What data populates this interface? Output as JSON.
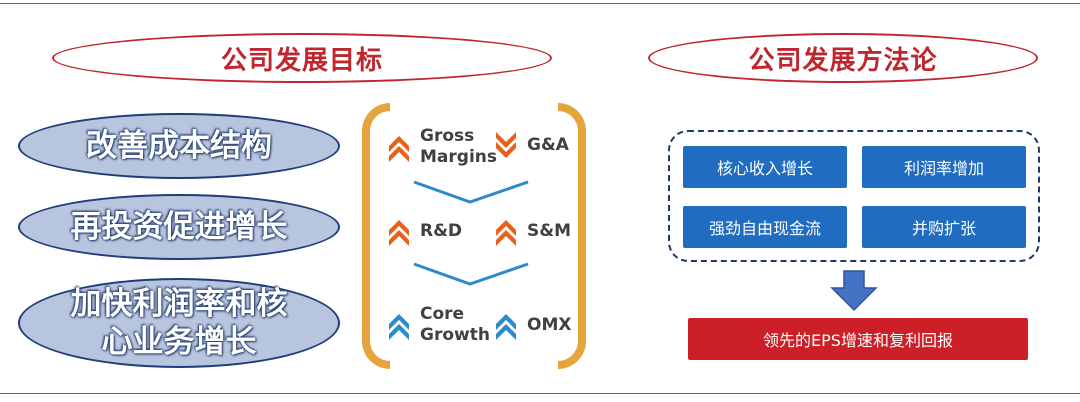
{
  "header": {
    "left_title": "公司发展目标",
    "right_title": "公司发展方法论"
  },
  "goals": [
    {
      "lines": [
        "改善成本结构"
      ]
    },
    {
      "lines": [
        "再投资促进增长"
      ]
    },
    {
      "lines": [
        "加快利润率和核",
        "心业务增长"
      ]
    }
  ],
  "metrics": [
    {
      "label": [
        "Gross",
        "Margins"
      ],
      "direction": "up",
      "color": "#e8611a"
    },
    {
      "label": [
        "G&A"
      ],
      "direction": "down",
      "color": "#e8611a"
    },
    {
      "label": [
        "R&D"
      ],
      "direction": "up",
      "color": "#e8611a"
    },
    {
      "label": [
        "S&M"
      ],
      "direction": "up",
      "color": "#e8611a"
    },
    {
      "label": [
        "Core",
        "Growth"
      ],
      "direction": "up",
      "color": "#2e8bc9"
    },
    {
      "label": [
        "OMX"
      ],
      "direction": "up",
      "color": "#2e8bc9"
    }
  ],
  "methodology": {
    "items": [
      "核心收入增长",
      "利润率增加",
      "强劲自由现金流",
      "并购扩张"
    ],
    "result": "领先的EPS增速和复利回报"
  },
  "colors": {
    "accent_red": "#c0262d",
    "brace_orange": "#e5a43c",
    "method_blue": "#1f6cc0",
    "result_red": "#cc1f27",
    "arrow_blue": "#4472c4"
  }
}
